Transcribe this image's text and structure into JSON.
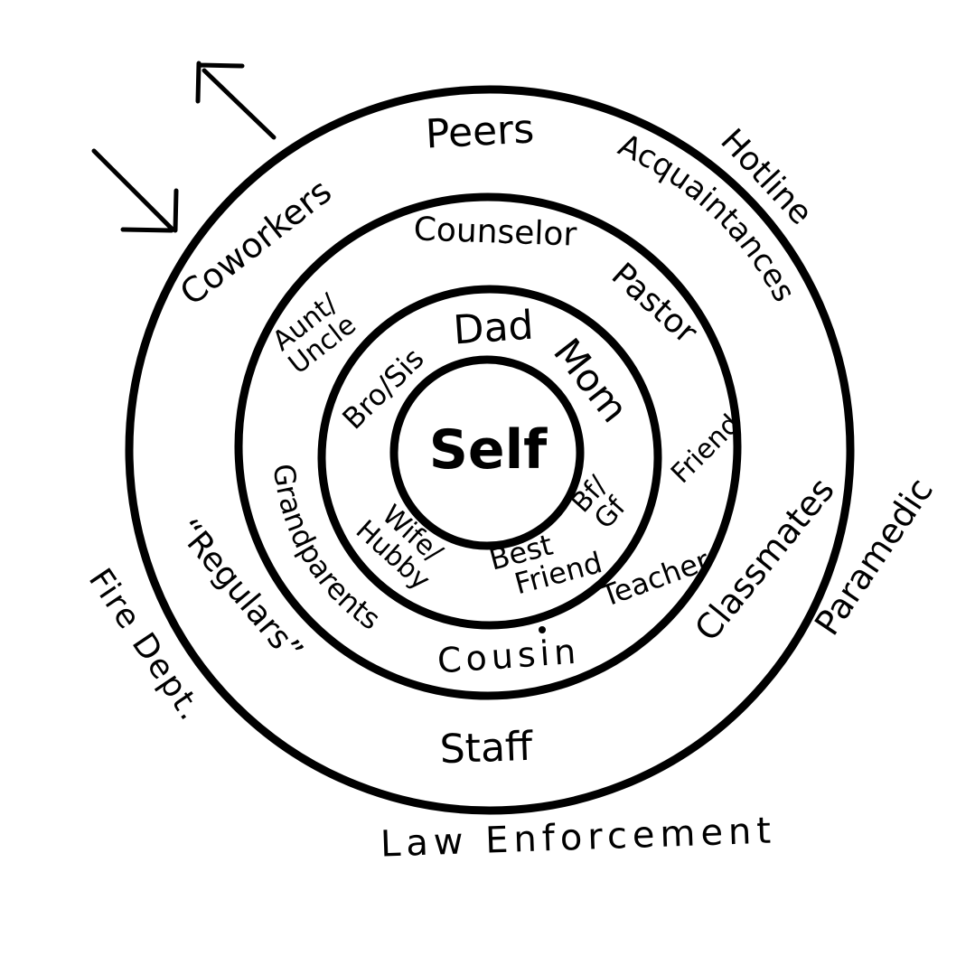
{
  "center": {
    "label": "Self"
  },
  "rings": {
    "family": {
      "dad": "Dad",
      "mom": "Mom",
      "bro_sis": "Bro/Sis",
      "bf_gf": {
        "line1": "Bf/",
        "line2": "Gf"
      },
      "wife_hubby": {
        "line1": "Wife/",
        "line2": "Hubby"
      },
      "best_friend": {
        "line1": "Best",
        "line2": "Friend"
      }
    },
    "close": {
      "counselor": "Counselor",
      "pastor": "Pastor",
      "aunt_uncle": {
        "line1": "Aunt/",
        "line2": "Uncle"
      },
      "friend": "Friend",
      "teacher": "Teacher",
      "cousin": "Cousin",
      "grandparents": "Grandparents"
    },
    "community": {
      "peers": "Peers",
      "coworkers": "Coworkers",
      "acquaintances": "Acquaintances",
      "classmates": "Classmates",
      "staff": "Staff",
      "regulars": "“Regulars”"
    }
  },
  "outside": {
    "hotline": "Hotline",
    "paramedic": "Paramedic",
    "law_enforcement": "Law Enforcement",
    "fire_dept": "Fire Dept."
  },
  "colors": {
    "ink": "#000000",
    "background": "#ffffff"
  }
}
